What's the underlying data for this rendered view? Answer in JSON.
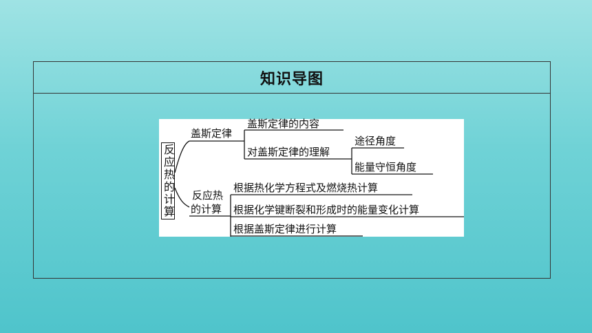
{
  "panel": {
    "title": "知识导图"
  },
  "diagram": {
    "root": "反应热的计算",
    "branch_gaisi": "盖斯定律",
    "gaisi_content": "盖斯定律的内容",
    "gaisi_understanding": "对盖斯定律的理解",
    "angle_path": "途径角度",
    "angle_energy": "能量守恒角度",
    "branch_calc_line1": "反应热",
    "branch_calc_line2": "的计算",
    "calc_1": "根据热化学方程式及燃烧热计算",
    "calc_2": "根据化学键断裂和形成时的能量变化计算",
    "calc_3": "根据盖斯定律进行计算"
  }
}
